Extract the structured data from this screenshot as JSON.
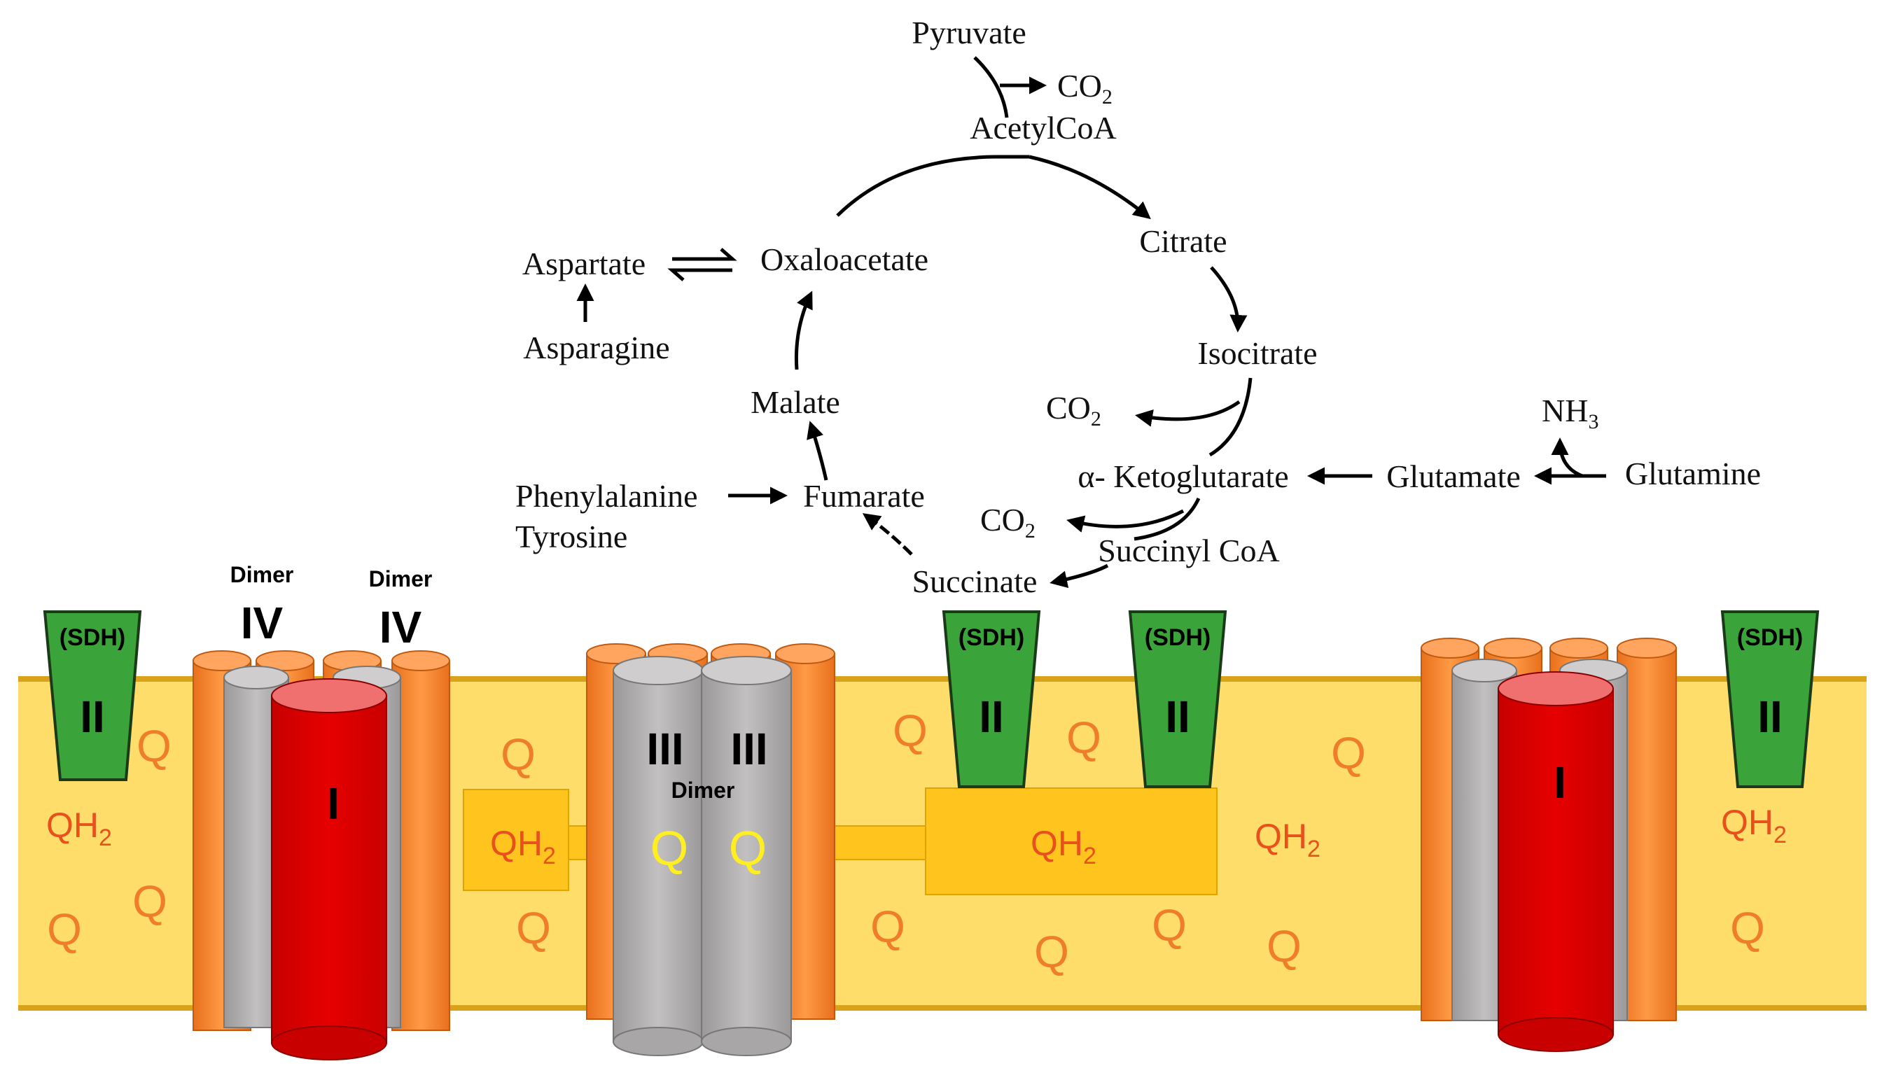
{
  "metabolites": {
    "pyruvate": "Pyruvate",
    "co2": "CO",
    "sub2": "2",
    "acetylcoa": "AcetylCoA",
    "citrate": "Citrate",
    "isocitrate": "Isocitrate",
    "ketoglutarate": "α- Ketoglutarate",
    "succinylcoa": "Succinyl CoA",
    "succinate": "Succinate",
    "fumarate": "Fumarate",
    "malate": "Malate",
    "oxaloacetate": "Oxaloacetate",
    "aspartate": "Aspartate",
    "asparagine": "Asparagine",
    "phenylalanine": "Phenylalanine",
    "tyrosine": "Tyrosine",
    "glutamate": "Glutamate",
    "glutamine": "Glutamine",
    "nh": "NH",
    "sub3": "3"
  },
  "complexes": {
    "complex_I": "I",
    "complex_II": "II",
    "complex_III": "III",
    "complex_IV": "IV",
    "sdh": "(SDH)",
    "dimer": "Dimer"
  },
  "quinones": {
    "q": "Q",
    "qh": "QH",
    "sub2": "2"
  },
  "colors": {
    "membrane": "#fedd6a",
    "membrane_edge": "#d8a21a",
    "complex_I": "#dd0000",
    "complex_II": "#3aa33a",
    "complex_III": "#b2b0b0",
    "complex_IV": "#f58a2e",
    "q_pool_box": "#ffc41e",
    "q_text": "#f07d2a",
    "qh2_text": "#e8501c",
    "q_bound": "#ffee22"
  }
}
